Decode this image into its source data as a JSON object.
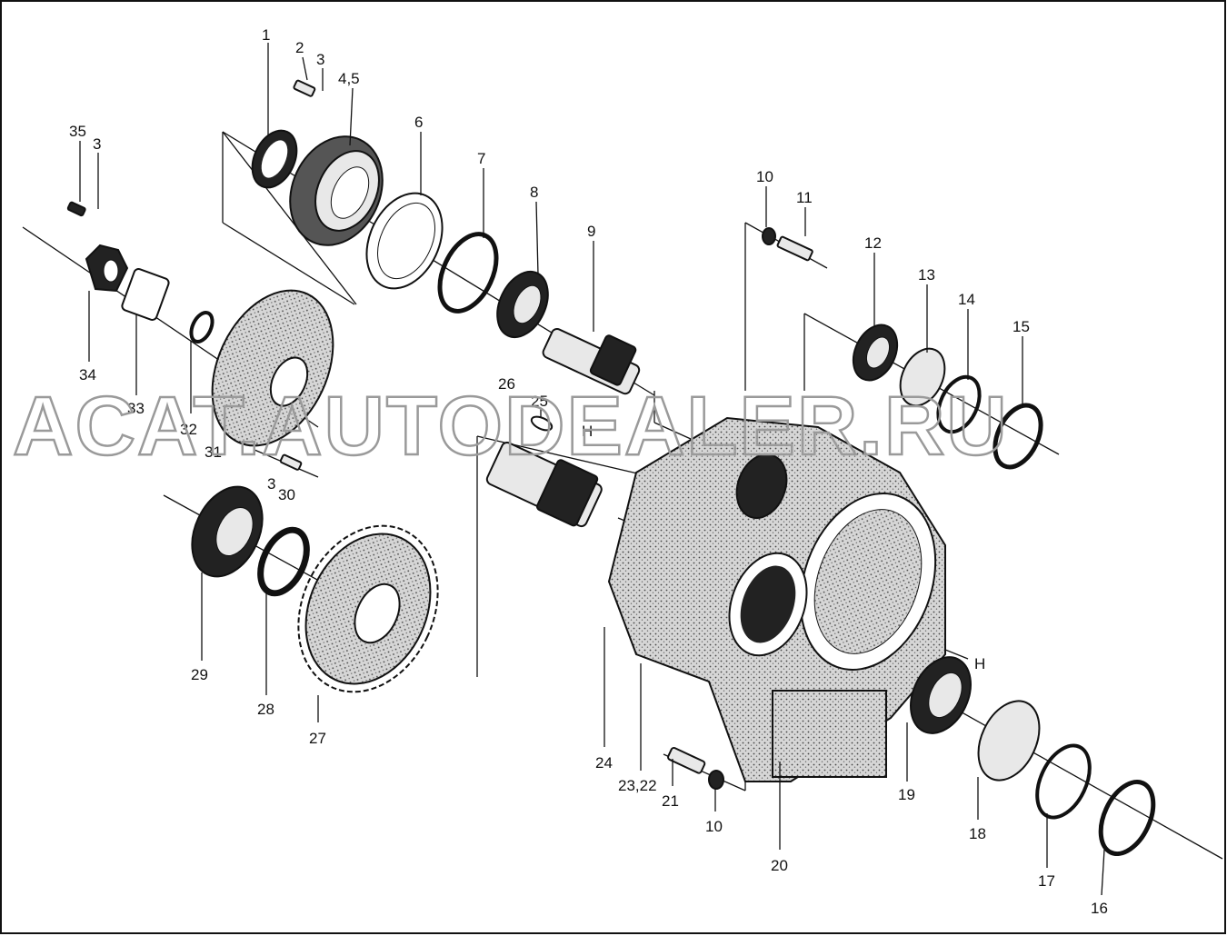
{
  "watermark": "ACAT.AUTODEALER.RU",
  "callouts": [
    "1",
    "2",
    "3",
    "4,5",
    "6",
    "7",
    "8",
    "9",
    "10",
    "11",
    "12",
    "13",
    "14",
    "15",
    "16",
    "17",
    "18",
    "19",
    "20",
    "21",
    "10",
    "23,22",
    "24",
    "25",
    "26",
    "27",
    "28",
    "29",
    "30",
    "3",
    "31",
    "32",
    "33",
    "34",
    "35",
    "3",
    "H",
    "H"
  ],
  "parts": [
    {
      "name": "seal-ring"
    },
    {
      "name": "bolt"
    },
    {
      "name": "washer"
    },
    {
      "name": "bearing-cover"
    },
    {
      "name": "gasket"
    },
    {
      "name": "o-ring"
    },
    {
      "name": "ball-bearing"
    },
    {
      "name": "pinion-shaft"
    },
    {
      "name": "nut"
    },
    {
      "name": "bolt"
    },
    {
      "name": "ball-bearing"
    },
    {
      "name": "bearing-cup"
    },
    {
      "name": "o-ring"
    },
    {
      "name": "circlip"
    },
    {
      "name": "circlip"
    },
    {
      "name": "o-ring"
    },
    {
      "name": "end-cap"
    },
    {
      "name": "ball-bearing"
    },
    {
      "name": "gear-housing"
    },
    {
      "name": "bolt"
    },
    {
      "name": "gear-shaft"
    },
    {
      "name": "key"
    },
    {
      "name": "spur-gear"
    },
    {
      "name": "spacer"
    },
    {
      "name": "ball-bearing"
    },
    {
      "name": "bolt"
    },
    {
      "name": "flange-cover"
    },
    {
      "name": "washer"
    },
    {
      "name": "gasket"
    },
    {
      "name": "nut"
    }
  ]
}
